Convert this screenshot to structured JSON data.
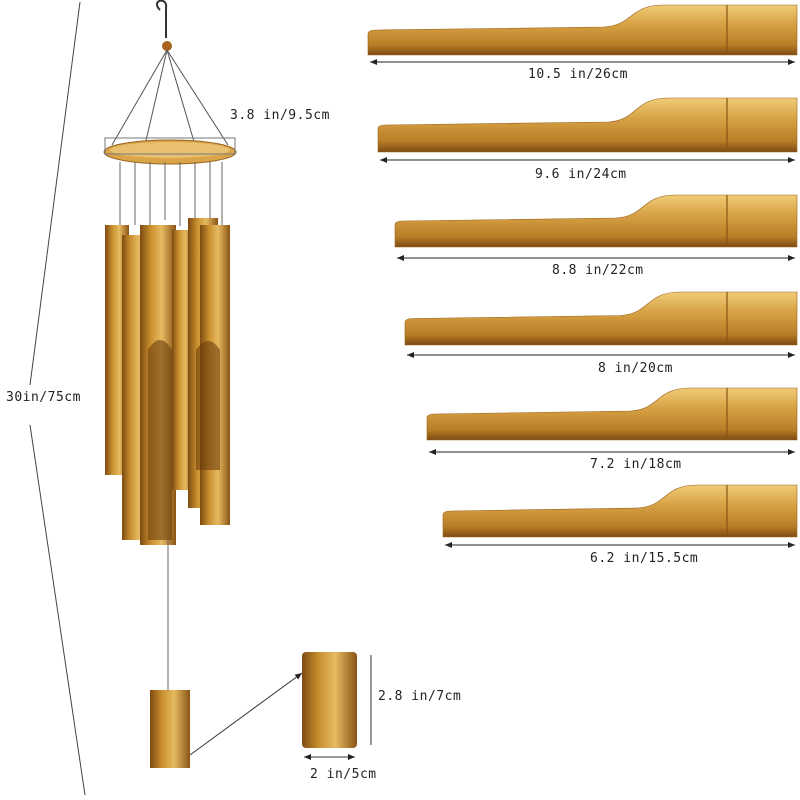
{
  "overall": {
    "height_label": "30in/75cm",
    "disc_label": "3.8 in/9.5cm"
  },
  "tubes": [
    {
      "label": "10.5 in/26cm"
    },
    {
      "label": "9.6 in/24cm"
    },
    {
      "label": "8.8 in/22cm"
    },
    {
      "label": "8 in/20cm"
    },
    {
      "label": "7.2 in/18cm"
    },
    {
      "label": "6.2 in/15.5cm"
    }
  ],
  "wind_catcher": {
    "height_label": "2.8 in/7cm",
    "width_label": "2 in/5cm"
  },
  "colors": {
    "bamboo_light": "#e0b45a",
    "bamboo_mid": "#c98f2e",
    "bamboo_dark": "#8a5414",
    "line": "#222222"
  }
}
